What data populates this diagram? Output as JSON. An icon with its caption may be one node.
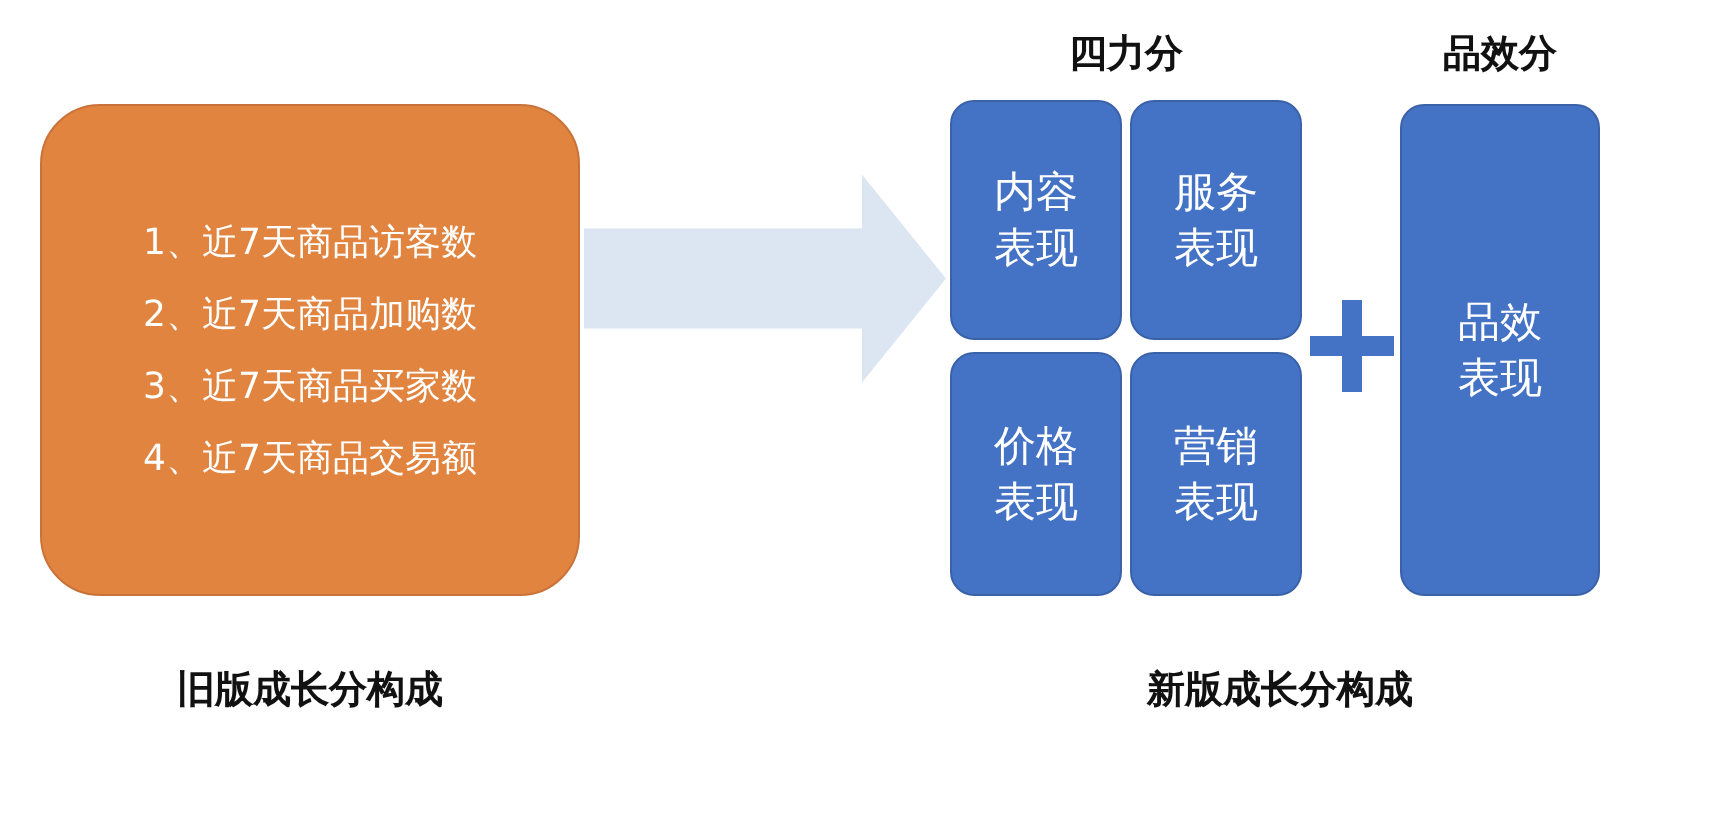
{
  "diagram": {
    "nodes": [
      {
        "text": [
          "1、近7天商品访客数",
          "2、近7天商品加购数",
          "3、近7天商品买家数",
          "4、近7天商品交易额"
        ],
        "beside": [
          "旧版成长分构成"
        ]
      },
      {
        "text": [
          "四力分"
        ]
      },
      {
        "text": [
          "内容表现"
        ],
        "in": 1
      },
      {
        "text": [
          "服务表现"
        ],
        "in": 1
      },
      {
        "text": [
          "价格表现"
        ],
        "in": 1
      },
      {
        "text": [
          "营销表现"
        ],
        "in": 1
      },
      {
        "text": [
          "品效分",
          "品效表现"
        ]
      }
    ],
    "edges": [
      {
        "from": 0,
        "to": 1,
        "arrow": "to"
      }
    ],
    "labels": [
      "新版成长分构成"
    ]
  }
}
